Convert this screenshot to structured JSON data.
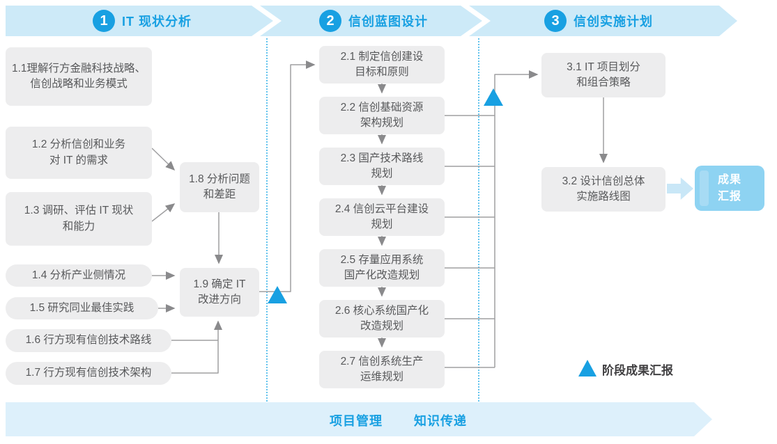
{
  "phases": [
    {
      "number": "1",
      "title": "IT 现状分析"
    },
    {
      "number": "2",
      "title": "信创蓝图设计"
    },
    {
      "number": "3",
      "title": "信创实施计划"
    }
  ],
  "steps": {
    "s1_1": "1.1理解行方金融科技战略、\n信创战略和业务模式",
    "s1_2": "1.2 分析信创和业务\n对 IT 的需求",
    "s1_3": "1.3 调研、评估 IT 现状\n和能力",
    "s1_4": "1.4 分析产业侧情况",
    "s1_5": "1.5 研究同业最佳实践",
    "s1_6": "1.6 行方现有信创技术路线",
    "s1_7": "1.7 行方现有信创技术架构",
    "s1_8": "1.8 分析问题\n和差距",
    "s1_9": "1.9 确定 IT\n改进方向",
    "s2_1": "2.1 制定信创建设\n目标和原则",
    "s2_2": "2.2 信创基础资源\n架构规划",
    "s2_3": "2.3 国产技术路线\n规划",
    "s2_4": "2.4 信创云平台建设\n规划",
    "s2_5": "2.5 存量应用系统\n国产化改造规划",
    "s2_6": "2.6 核心系统国产化\n改造规划",
    "s2_7": "2.7 信创系统生产\n运维规划",
    "s3_1": "3.1 IT 项目划分\n和组合策略",
    "s3_2": "3.2 设计信创总体\n实施路线图"
  },
  "outcome": {
    "label": "成果\n汇报"
  },
  "legend": {
    "label": "阶段成果汇报"
  },
  "footer": {
    "project": "项目管理",
    "knowledge": "知识传递"
  },
  "colors": {
    "accent": "#18a0e2",
    "ribbon": "#cdeaf8",
    "ribbon_bottom": "#ddf0fb",
    "box": "#ededee",
    "box_text": "#58595b",
    "line": "#9f9fa1",
    "outcome_fill": "#8ed3f2",
    "outcome_strip": "#a7dbf4",
    "block_arrow": "#c9e7f7",
    "legend_text": "#414042"
  }
}
